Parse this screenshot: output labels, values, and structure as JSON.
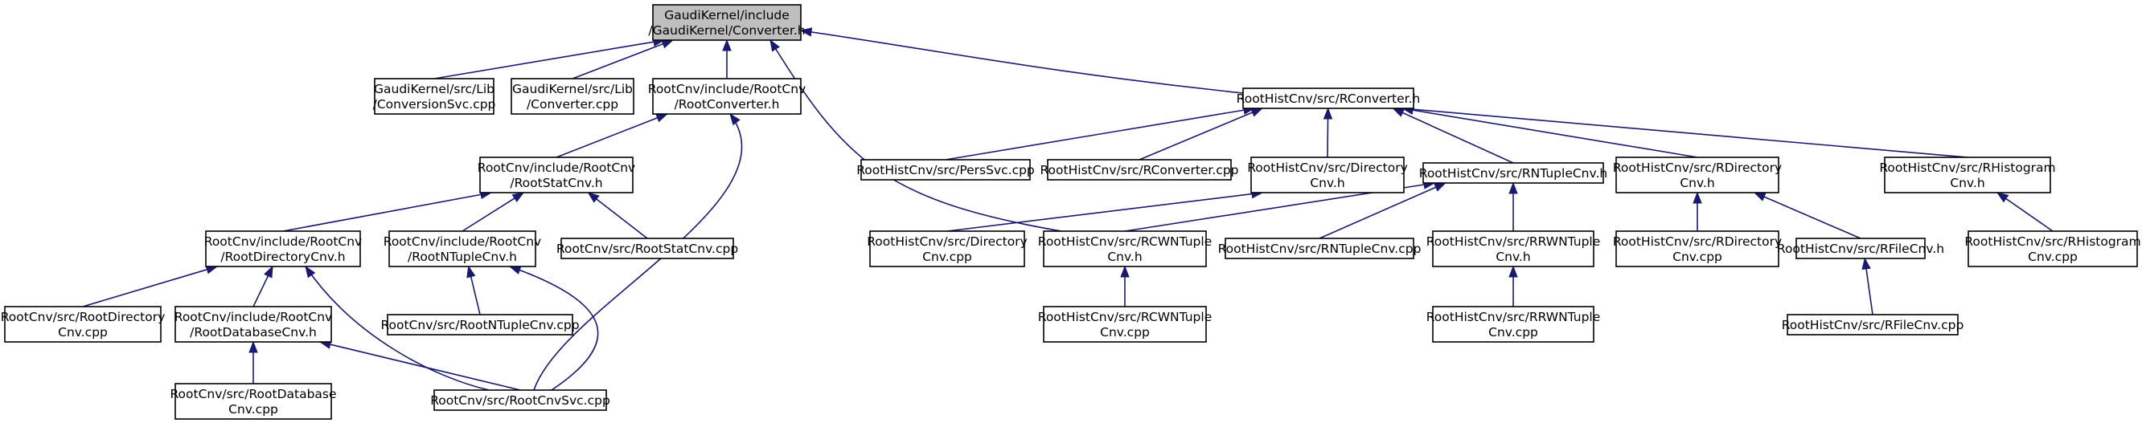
{
  "colors": {
    "edge": "#191970",
    "root_fill": "#bfbfbf",
    "node_fill": "#ffffff",
    "border": "#000000"
  },
  "nodes": [
    {
      "id": "n0",
      "lines": [
        "GaudiKernel/include",
        "/GaudiKernel/Converter.h"
      ],
      "root": true
    },
    {
      "id": "n1",
      "lines": [
        "GaudiKernel/src/Lib",
        "/ConversionSvc.cpp"
      ]
    },
    {
      "id": "n2",
      "lines": [
        "GaudiKernel/src/Lib",
        "/Converter.cpp"
      ]
    },
    {
      "id": "n3",
      "lines": [
        "RootCnv/include/RootCnv",
        "/RootConverter.h"
      ]
    },
    {
      "id": "n4",
      "lines": [
        "RootHistCnv/src/RConverter.h"
      ]
    },
    {
      "id": "n5",
      "lines": [
        "RootCnv/include/RootCnv",
        "/RootStatCnv.h"
      ]
    },
    {
      "id": "n6",
      "lines": [
        "RootHistCnv/src/PersSvc.cpp"
      ]
    },
    {
      "id": "n7",
      "lines": [
        "RootHistCnv/src/RConverter.cpp"
      ]
    },
    {
      "id": "n8",
      "lines": [
        "RootHistCnv/src/Directory",
        "Cnv.h"
      ]
    },
    {
      "id": "n9",
      "lines": [
        "RootHistCnv/src/RNTupleCnv.h"
      ]
    },
    {
      "id": "n10",
      "lines": [
        "RootHistCnv/src/RDirectory",
        "Cnv.h"
      ]
    },
    {
      "id": "n11",
      "lines": [
        "RootHistCnv/src/RHistogram",
        "Cnv.h"
      ]
    },
    {
      "id": "n12",
      "lines": [
        "RootCnv/include/RootCnv",
        "/RootDirectoryCnv.h"
      ]
    },
    {
      "id": "n13",
      "lines": [
        "RootCnv/include/RootCnv",
        "/RootNTupleCnv.h"
      ]
    },
    {
      "id": "n14",
      "lines": [
        "RootCnv/src/RootStatCnv.cpp"
      ]
    },
    {
      "id": "n15",
      "lines": [
        "RootHistCnv/src/Directory",
        "Cnv.cpp"
      ]
    },
    {
      "id": "n16",
      "lines": [
        "RootHistCnv/src/RCWNTuple",
        "Cnv.h"
      ]
    },
    {
      "id": "n17",
      "lines": [
        "RootHistCnv/src/RNTupleCnv.cpp"
      ]
    },
    {
      "id": "n18",
      "lines": [
        "RootHistCnv/src/RRWNTuple",
        "Cnv.h"
      ]
    },
    {
      "id": "n19",
      "lines": [
        "RootHistCnv/src/RDirectory",
        "Cnv.cpp"
      ]
    },
    {
      "id": "n20",
      "lines": [
        "RootHistCnv/src/RFileCnv.h"
      ]
    },
    {
      "id": "n21",
      "lines": [
        "RootHistCnv/src/RHistogram",
        "Cnv.cpp"
      ]
    },
    {
      "id": "n22",
      "lines": [
        "RootCnv/src/RootDirectory",
        "Cnv.cpp"
      ]
    },
    {
      "id": "n23",
      "lines": [
        "RootCnv/include/RootCnv",
        "/RootDatabaseCnv.h"
      ]
    },
    {
      "id": "n24",
      "lines": [
        "RootCnv/src/RootNTupleCnv.cpp"
      ]
    },
    {
      "id": "n25",
      "lines": [
        "RootHistCnv/src/RCWNTuple",
        "Cnv.cpp"
      ]
    },
    {
      "id": "n26",
      "lines": [
        "RootHistCnv/src/RRWNTuple",
        "Cnv.cpp"
      ]
    },
    {
      "id": "n27",
      "lines": [
        "RootHistCnv/src/RFileCnv.cpp"
      ]
    },
    {
      "id": "n28",
      "lines": [
        "RootCnv/src/RootDatabase",
        "Cnv.cpp"
      ]
    },
    {
      "id": "n29",
      "lines": [
        "RootCnv/src/RootCnvSvc.cpp"
      ]
    }
  ],
  "edges": [
    {
      "from": "n1",
      "to": "n0"
    },
    {
      "from": "n2",
      "to": "n0"
    },
    {
      "from": "n3",
      "to": "n0"
    },
    {
      "from": "n4",
      "to": "n0"
    },
    {
      "from": "n16",
      "to": "n0"
    },
    {
      "from": "n5",
      "to": "n3"
    },
    {
      "from": "n29",
      "to": "n3"
    },
    {
      "from": "n12",
      "to": "n5"
    },
    {
      "from": "n13",
      "to": "n5"
    },
    {
      "from": "n14",
      "to": "n5"
    },
    {
      "from": "n22",
      "to": "n12"
    },
    {
      "from": "n23",
      "to": "n12"
    },
    {
      "from": "n29",
      "to": "n12"
    },
    {
      "from": "n24",
      "to": "n13"
    },
    {
      "from": "n29",
      "to": "n13"
    },
    {
      "from": "n28",
      "to": "n23"
    },
    {
      "from": "n29",
      "to": "n23"
    },
    {
      "from": "n6",
      "to": "n4"
    },
    {
      "from": "n7",
      "to": "n4"
    },
    {
      "from": "n8",
      "to": "n4"
    },
    {
      "from": "n9",
      "to": "n4"
    },
    {
      "from": "n10",
      "to": "n4"
    },
    {
      "from": "n11",
      "to": "n4"
    },
    {
      "from": "n15",
      "to": "n8"
    },
    {
      "from": "n16",
      "to": "n9"
    },
    {
      "from": "n17",
      "to": "n9"
    },
    {
      "from": "n18",
      "to": "n9"
    },
    {
      "from": "n25",
      "to": "n16"
    },
    {
      "from": "n26",
      "to": "n18"
    },
    {
      "from": "n19",
      "to": "n10"
    },
    {
      "from": "n20",
      "to": "n10"
    },
    {
      "from": "n27",
      "to": "n20"
    },
    {
      "from": "n21",
      "to": "n11"
    }
  ]
}
